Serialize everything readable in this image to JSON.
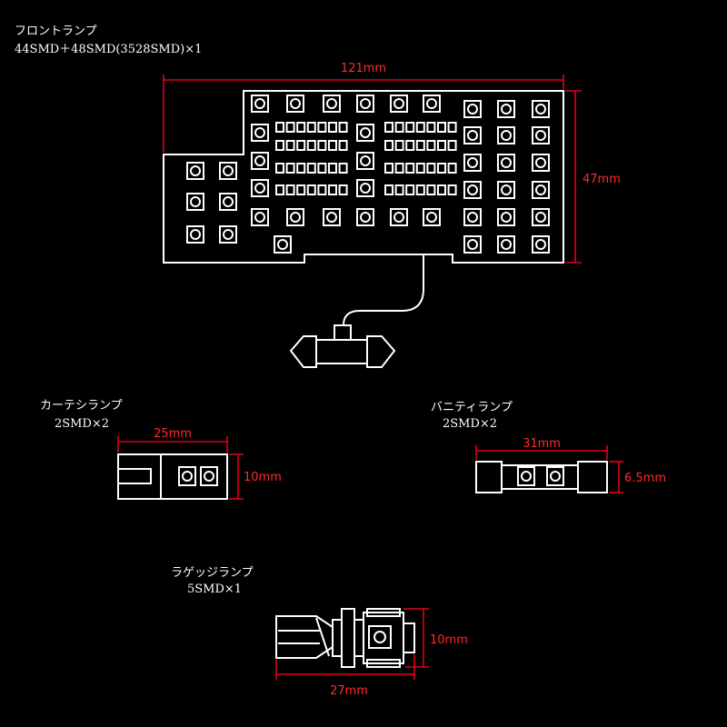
{
  "colors": {
    "background": "#000000",
    "outline": "#ffffff",
    "dimension": "#e0001a"
  },
  "front": {
    "title": "フロントランプ",
    "spec": "44SMD＋48SMD(3528SMD)×1",
    "width_label": "121mm",
    "height_label": "47mm"
  },
  "courtesy": {
    "title": "カーテシランプ",
    "spec": "2SMD×2",
    "width_label": "25mm",
    "height_label": "10mm"
  },
  "vanity": {
    "title": "バニティランプ",
    "spec": "2SMD×2",
    "width_label": "31mm",
    "height_label": "6.5mm"
  },
  "luggage": {
    "title": "ラゲッジランプ",
    "spec": "5SMD×1",
    "width_label": "27mm",
    "height_label": "10mm"
  }
}
